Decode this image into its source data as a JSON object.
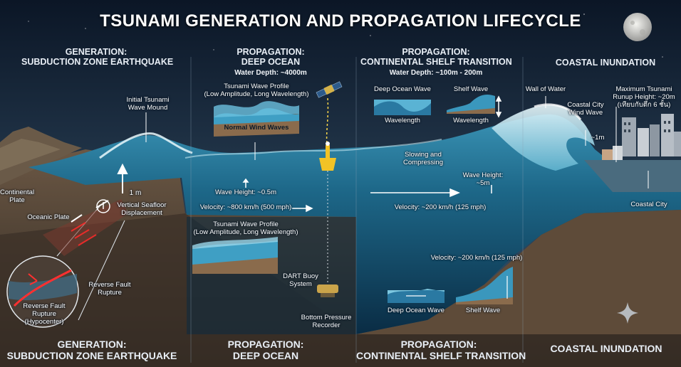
{
  "title": "TSUNAMI GENERATION AND PROPAGATION LIFECYCLE",
  "sections": {
    "generation": {
      "top_line1": "GENERATION:",
      "top_line2": "SUBDUCTION ZONE EARTHQUAKE",
      "bottom_line1": "GENERATION:",
      "bottom_line2": "SUBDUCTION ZONE EARTHQUAKE"
    },
    "deep_ocean": {
      "top_line1": "PROPAGATION:",
      "top_line2": "DEEP OCEAN",
      "water_depth": "Water Depth: ~4000m",
      "bottom_line1": "PROPAGATION:",
      "bottom_line2": "DEEP OCEAN"
    },
    "shelf": {
      "top_line1": "PROPAGATION:",
      "top_line2": "CONTINENTAL SHELF TRANSITION",
      "water_depth": "Water Depth: ~100m - 200m",
      "bottom_line1": "PROPAGATION:",
      "bottom_line2": "CONTINENTAL SHELF TRANSITION"
    },
    "coastal": {
      "top": "COASTAL INUNDATION",
      "bottom": "COASTAL INUNDATION"
    }
  },
  "generation_labels": {
    "initial_mound": [
      "Initial Tsunami",
      "Wave Mound"
    ],
    "continental_plate": [
      "Continental",
      "Plate"
    ],
    "oceanic_plate": "Oceanic Plate",
    "displacement_value": "1 m",
    "vertical_displacement": [
      "Vertical Seafloor",
      "Displacement"
    ],
    "reverse_fault_rupture": [
      "Reverse Fault",
      "Rupture"
    ],
    "hypocenter": [
      "Reverse Fault",
      "Rupture",
      "(Hypocenter)"
    ]
  },
  "deep_ocean_labels": {
    "profile_top": [
      "Tsunami Wave Profile",
      "(Low Amplitude, Long Wavelength)"
    ],
    "normal_wind_waves": "Normal Wind Waves",
    "wave_height": "Wave Height: ~0.5m",
    "velocity": "Velocity: ~800 km/h (500 mph)",
    "profile_bottom": [
      "Tsunami Wave Profile",
      "(Low Amplitude, Long Wavelength)"
    ],
    "dart_buoy": [
      "DART Buoy",
      "System"
    ],
    "bottom_pressure": [
      "Bottom Pressure",
      "Recorder"
    ]
  },
  "shelf_labels": {
    "deep_ocean_wave": "Deep Ocean Wave",
    "shelf_wave": "Shelf Wave",
    "wavelength_1": "Wavelength",
    "wavelength_2": "Wavelength",
    "slowing": [
      "Slowing and",
      "Compressing"
    ],
    "wave_height": [
      "Wave Height:",
      "~5m"
    ],
    "velocity_upper": "Velocity: ~200 km/h (125 mph)",
    "velocity_lower": "Velocity: ~200 km/h (125 mph)",
    "deep_ocean_wave_bottom": "Deep Ocean Wave",
    "shelf_wave_bottom": "Shelf Wave"
  },
  "coastal_labels": {
    "wall_of_water": "Wall of Water",
    "coastal_city_wind_wave": [
      "Coastal City",
      "Wind Wave"
    ],
    "wind_wave_height": "~1m",
    "max_runup": [
      "Maximum Tsunami",
      "Runup Height: ~20m",
      "(เทียบกับตึก 6 ชั้น)"
    ],
    "coastal_city": "Coastal City"
  },
  "colors": {
    "sky_top": "#0b1626",
    "sky_bottom": "#33506a",
    "ocean": "#2f7fa3",
    "deep_water": "#0e3a58",
    "seabed": "#5b4a3c",
    "wave_crest": "#dff3f7",
    "arrow": "#ffffff",
    "rupture": "#ff2a2a"
  },
  "icons": [
    "moon-icon",
    "satellite-icon",
    "dart-buoy-icon",
    "pressure-recorder-icon",
    "sparkle-icon"
  ]
}
